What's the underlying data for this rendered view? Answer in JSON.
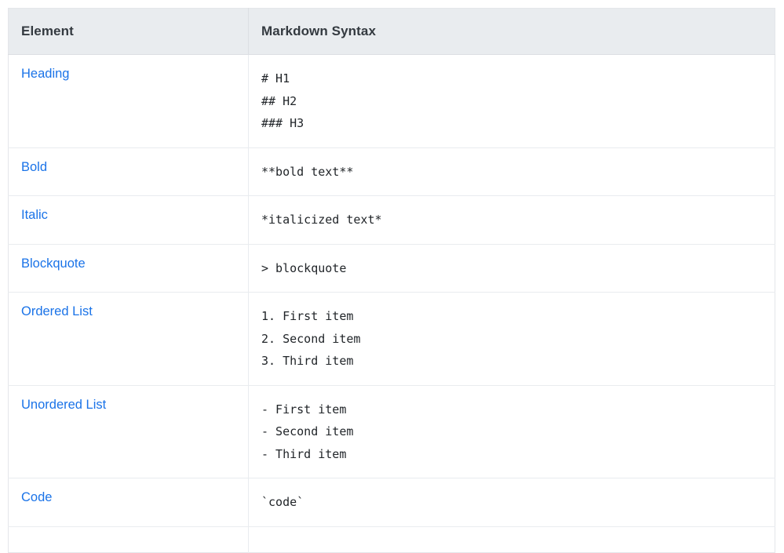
{
  "table": {
    "columns": [
      {
        "key": "element",
        "label": "Element"
      },
      {
        "key": "syntax",
        "label": "Markdown Syntax"
      }
    ],
    "colors": {
      "header_background": "#e9ecef",
      "header_text": "#343a40",
      "link": "#1a73e8",
      "code_text": "#212529",
      "row_border": "#e9ecef",
      "page_background": "#ffffff"
    },
    "rows": [
      {
        "element": "Heading",
        "syntax_lines": [
          "# H1",
          "## H2",
          "### H3"
        ]
      },
      {
        "element": "Bold",
        "syntax_lines": [
          "**bold text**"
        ]
      },
      {
        "element": "Italic",
        "syntax_lines": [
          "*italicized text*"
        ]
      },
      {
        "element": "Blockquote",
        "syntax_lines": [
          "> blockquote"
        ]
      },
      {
        "element": "Ordered List",
        "syntax_lines": [
          "1. First item",
          "2. Second item",
          "3. Third item"
        ]
      },
      {
        "element": "Unordered List",
        "syntax_lines": [
          "- First item",
          "- Second item",
          "- Third item"
        ]
      },
      {
        "element": "Code",
        "syntax_lines": [
          "`code`"
        ]
      },
      {
        "element": "",
        "syntax_lines": [
          ""
        ]
      }
    ]
  }
}
